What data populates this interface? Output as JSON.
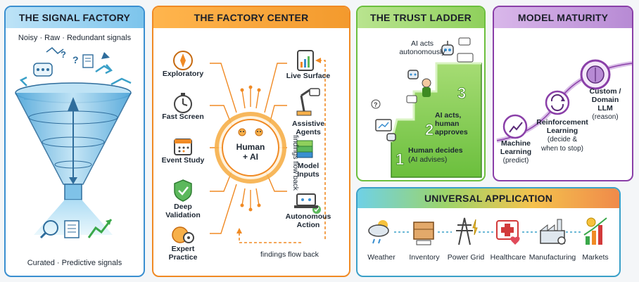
{
  "signal_factory": {
    "title": "THE SIGNAL FACTORY",
    "top_caption": "Noisy · Raw · Redundant signals",
    "bottom_caption": "Curated · Predictive signals"
  },
  "factory_center": {
    "title": "THE FACTORY CENTER",
    "hub_label": "Human\n+ AI",
    "left_items": [
      "Exploratory",
      "Fast Screen",
      "Event Study",
      "Deep\nValidation",
      "Expert\nPractice"
    ],
    "right_items": [
      "Live Surface",
      "Assistive\nAgents",
      "Model\nInputs",
      "Autonomous\nAction"
    ],
    "feedback_vertical": "findings flow back",
    "feedback_bottom": "findings flow back"
  },
  "trust_ladder": {
    "title": "THE TRUST LADDER",
    "step3_label": "AI acts\nautonomously",
    "step2_label": "AI acts,\nhuman\napproves",
    "step1_label": "Human decides",
    "step1_sub": "(AI advises)",
    "step_numbers": [
      "1",
      "2",
      "3"
    ]
  },
  "model_maturity": {
    "title": "MODEL MATURITY",
    "stage1_title": "Machine\nLearning",
    "stage1_sub": "(predict)",
    "stage2_title": "Reinforcement\nLearning",
    "stage2_sub": "(decide &\nwhen to stop)",
    "stage3_title": "Custom /\nDomain\nLLM",
    "stage3_sub": "(reason)"
  },
  "universal_application": {
    "title": "UNIVERSAL APPLICATION",
    "items": [
      "Weather",
      "Inventory",
      "Power Grid",
      "Healthcare",
      "Manufacturing",
      "Markets"
    ]
  },
  "colors": {
    "blue": "#3a8fd0",
    "orange": "#f08a24",
    "green": "#6bbf3d",
    "purple": "#8a3fa8",
    "teal": "#3aa0c8"
  }
}
